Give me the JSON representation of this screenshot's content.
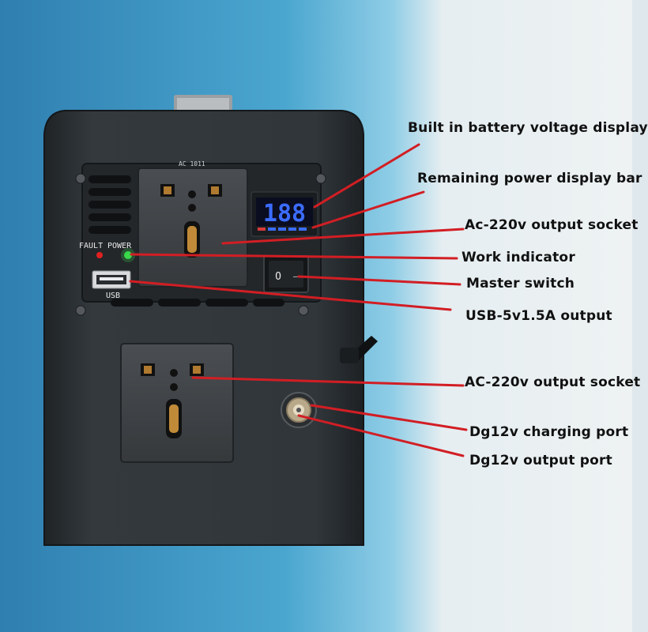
{
  "device": {
    "top_text": "AC 1011",
    "display_reading": "188",
    "fault_label": "FAULT",
    "power_label": "POWER",
    "usb_label": "USB",
    "switch_off_symbol": "O",
    "switch_on_symbol": "—"
  },
  "callouts": [
    {
      "text": "Built in battery voltage display"
    },
    {
      "text": "Remaining power display bar"
    },
    {
      "text": "Ac-220v output socket"
    },
    {
      "text": "Work indicator"
    },
    {
      "text": "Master switch"
    },
    {
      "text": "USB-5v1.5A output"
    },
    {
      "text": "AC-220v output socket"
    },
    {
      "text": "Dg12v charging port"
    },
    {
      "text": "Dg12v output port"
    }
  ],
  "colors": {
    "background_left": "#2f7fb0",
    "background_right": "#e8eef0",
    "case": "#2d3236",
    "callout_line": "#d21e24",
    "display_digits": "#3b6cff",
    "power_led": "#39d94a",
    "fault_led": "#e02020"
  }
}
